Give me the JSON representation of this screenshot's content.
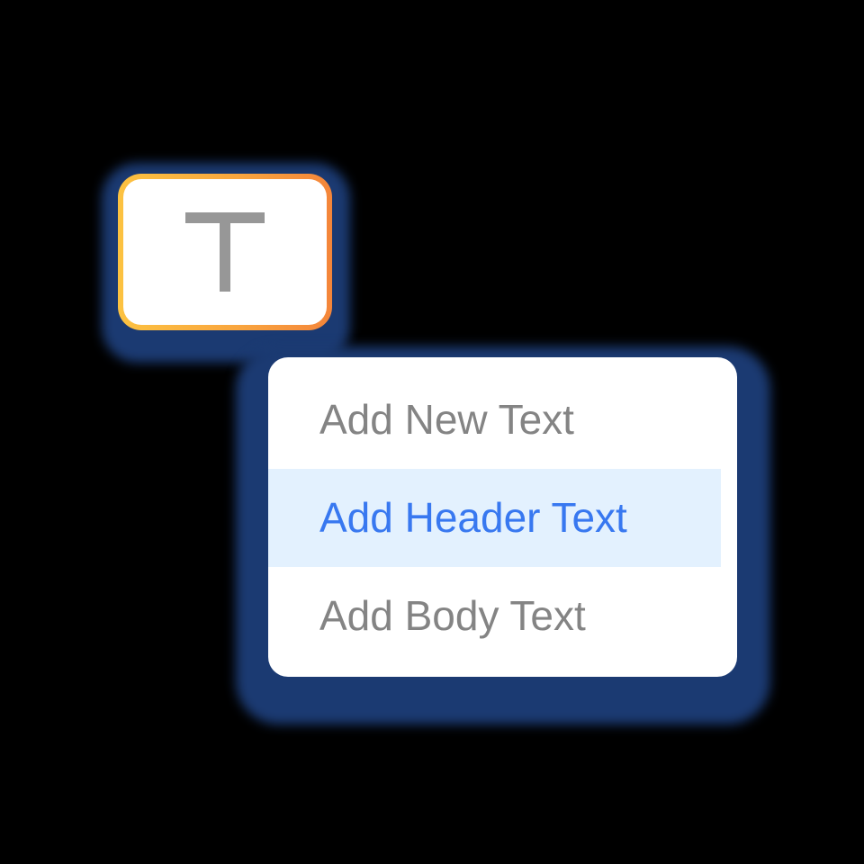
{
  "text_tool_button": {
    "icon": "text-T-icon",
    "glyph": "T",
    "border_gradient": [
      "#fcc241",
      "#f4853a"
    ],
    "glyph_color": "#979797"
  },
  "text_menu": {
    "items": [
      {
        "label": "Add New Text",
        "selected": false
      },
      {
        "label": "Add Header Text",
        "selected": true
      },
      {
        "label": "Add Body Text",
        "selected": false
      }
    ],
    "colors": {
      "item_text": "#848484",
      "selected_text": "#3878f0",
      "selected_bg": "#e3f1fe",
      "shadow": "#1b3a72",
      "background": "#000000"
    }
  }
}
